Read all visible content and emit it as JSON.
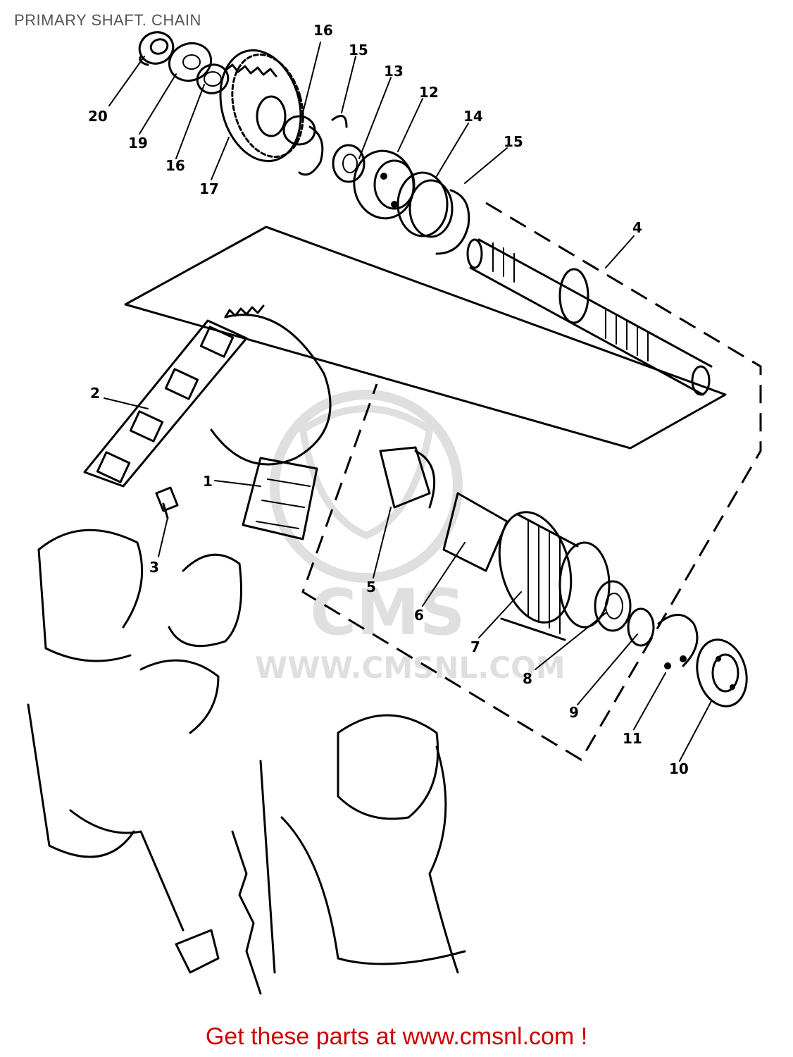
{
  "title": "PRIMARY SHAFT. CHAIN",
  "footer": "Get these parts at www.cmsnl.com !",
  "watermark": {
    "logo": "CMS",
    "url": "WWW.CMSNL.COM"
  },
  "parts": [
    {
      "label": "1"
    },
    {
      "label": "2"
    },
    {
      "label": "3"
    },
    {
      "label": "4"
    },
    {
      "label": "5"
    },
    {
      "label": "6"
    },
    {
      "label": "7"
    },
    {
      "label": "8"
    },
    {
      "label": "9"
    },
    {
      "label": "10"
    },
    {
      "label": "11"
    },
    {
      "label": "12"
    },
    {
      "label": "13"
    },
    {
      "label": "14"
    },
    {
      "label": "15"
    },
    {
      "label": "15"
    },
    {
      "label": "16"
    },
    {
      "label": "16"
    },
    {
      "label": "17"
    },
    {
      "label": "19"
    },
    {
      "label": "20"
    }
  ],
  "colors": {
    "footer": "#cc0000",
    "title": "#555555",
    "watermark": "#dcdcdc"
  }
}
